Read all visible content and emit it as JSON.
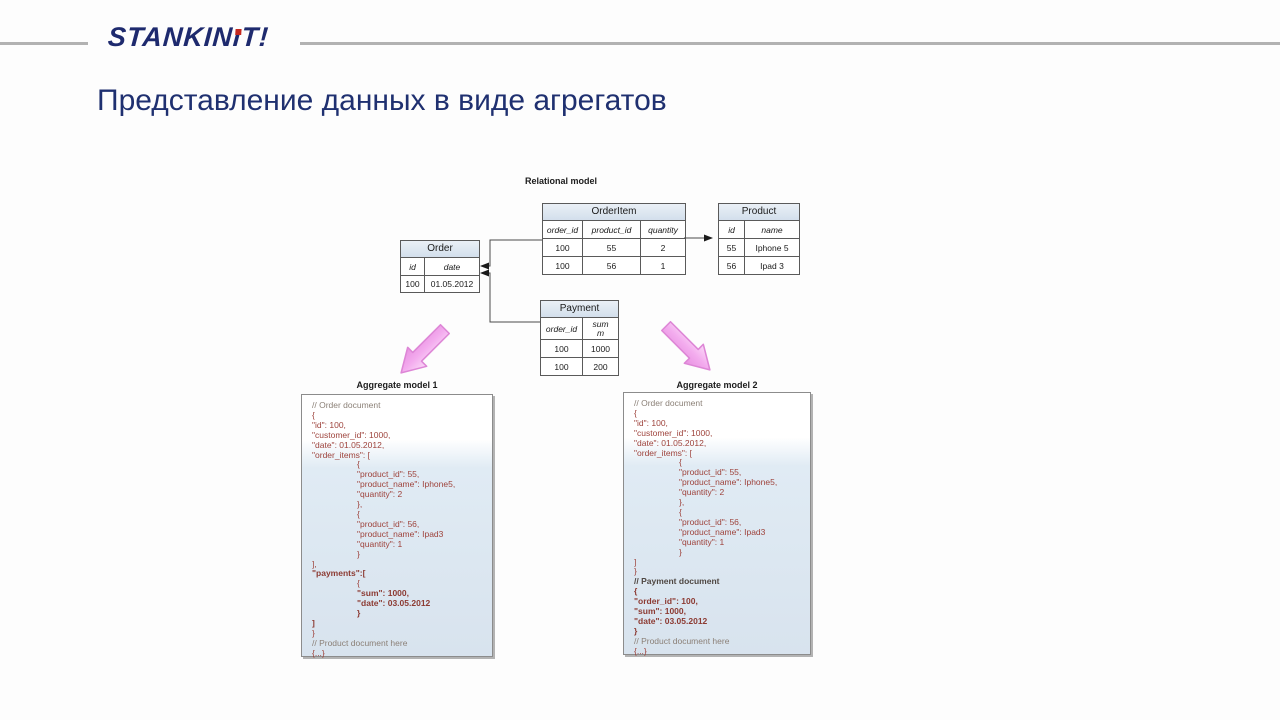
{
  "logo": {
    "brand_main": "STANKIN",
    "brand_i": "ı",
    "brand_rest": "T!"
  },
  "title": "Представление данных в виде агрегатов",
  "diagram": {
    "relational_label": "Relational model",
    "aggregate1_label": "Aggregate model 1",
    "aggregate2_label": "Aggregate model 2"
  },
  "tables": {
    "order": {
      "title": "Order",
      "columns": [
        "id",
        "date"
      ],
      "rows": [
        [
          "100",
          "01.05.2012"
        ]
      ]
    },
    "orderitem": {
      "title": "OrderItem",
      "columns": [
        "order_id",
        "product_id",
        "quantity"
      ],
      "rows": [
        [
          "100",
          "55",
          "2"
        ],
        [
          "100",
          "56",
          "1"
        ]
      ]
    },
    "product": {
      "title": "Product",
      "columns": [
        "id",
        "name"
      ],
      "rows": [
        [
          "55",
          "Iphone 5"
        ],
        [
          "56",
          "Ipad 3"
        ]
      ]
    },
    "payment": {
      "title": "Payment",
      "columns": [
        "order_id",
        "summ"
      ],
      "rows": [
        [
          "100",
          "1000"
        ],
        [
          "100",
          "200"
        ]
      ]
    }
  },
  "aggregates": {
    "model1": {
      "lines": [
        {
          "t": "// Order document",
          "cm": true
        },
        {
          "t": "{"
        },
        {
          "t": "\"id\": 100,"
        },
        {
          "t": "\"customer_id\": 1000,"
        },
        {
          "t": "\"date\": 01.05.2012,"
        },
        {
          "t": "\"order_items\": ["
        },
        {
          "t": "{",
          "i": 1
        },
        {
          "t": "\"product_id\": 55,",
          "i": 1
        },
        {
          "t": "\"product_name\": Iphone5,",
          "i": 1
        },
        {
          "t": "\"quantity\": 2",
          "i": 1
        },
        {
          "t": "},",
          "i": 1
        },
        {
          "t": "{",
          "i": 1
        },
        {
          "t": "\"product_id\": 56,",
          "i": 1
        },
        {
          "t": "\"product_name\": Ipad3",
          "i": 1
        },
        {
          "t": "\"quantity\": 1",
          "i": 1
        },
        {
          "t": "}",
          "i": 1
        },
        {
          "t": "],"
        },
        {
          "t": "\"payments\":[",
          "b": true
        },
        {
          "t": "{",
          "i": 1
        },
        {
          "t": "\"sum\": 1000,",
          "i": 1,
          "b": true
        },
        {
          "t": "\"date\": 03.05.2012",
          "i": 1,
          "b": true
        },
        {
          "t": "}",
          "i": 1,
          "b": true
        },
        {
          "t": "]",
          "b": true
        },
        {
          "t": "}"
        },
        {
          "t": "// Product document here",
          "cm": true
        },
        {
          "t": "{...}"
        }
      ]
    },
    "model2": {
      "lines": [
        {
          "t": "// Order document",
          "cm": true
        },
        {
          "t": "{"
        },
        {
          "t": "\"id\": 100,"
        },
        {
          "t": "\"customer_id\": 1000,"
        },
        {
          "t": "\"date\": 01.05.2012,"
        },
        {
          "t": "\"order_items\": ["
        },
        {
          "t": "{",
          "i": 1
        },
        {
          "t": "\"product_id\": 55,",
          "i": 1
        },
        {
          "t": "\"product_name\": Iphone5,",
          "i": 1
        },
        {
          "t": "\"quantity\": 2",
          "i": 1
        },
        {
          "t": "},",
          "i": 1
        },
        {
          "t": "{",
          "i": 1
        },
        {
          "t": "\"product_id\": 56,",
          "i": 1
        },
        {
          "t": "\"product_name\": Ipad3",
          "i": 1
        },
        {
          "t": "\"quantity\": 1",
          "i": 1
        },
        {
          "t": "}",
          "i": 1
        },
        {
          "t": "]"
        },
        {
          "t": "}"
        },
        {
          "t": "// Payment document",
          "cm": true,
          "b": true
        },
        {
          "t": "{",
          "b": true
        },
        {
          "t": "\"order_id\": 100,",
          "b": true
        },
        {
          "t": "\"sum\": 1000,",
          "b": true
        },
        {
          "t": "\"date\": 03.05.2012",
          "b": true
        },
        {
          "t": "}",
          "b": true
        },
        {
          "t": "// Product document here",
          "cm": true
        },
        {
          "t": "{...}"
        }
      ]
    }
  },
  "colors": {
    "title_navy": "#1f3070",
    "logo_navy": "#1e2a6e",
    "logo_dot_red": "#c5291f",
    "code_red": "#9e433c",
    "table_header_blue": "#d3dfec",
    "arrow_pink": "#ef9fe8"
  }
}
